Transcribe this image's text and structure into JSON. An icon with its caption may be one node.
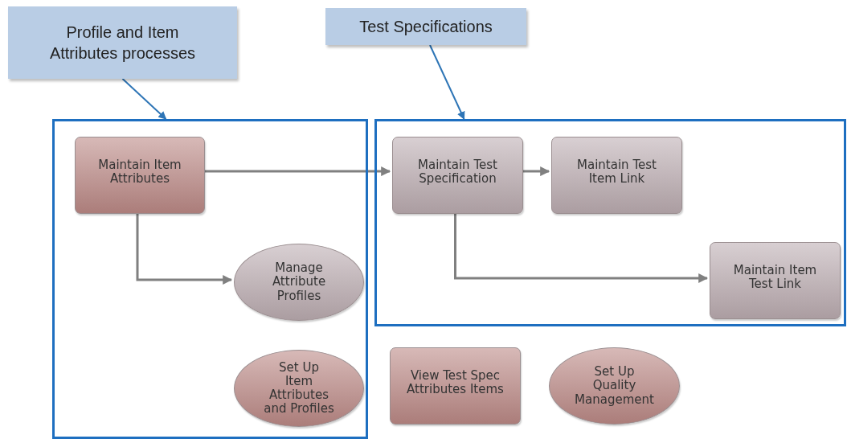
{
  "diagram": {
    "nodes": [
      {
        "text": [
          "Profile and Item Attributes processes"
        ]
      },
      {
        "text": [
          "Test Specifications"
        ]
      },
      {
        "text": [],
        "shape": "box"
      },
      {
        "text": [],
        "shape": "box"
      },
      {
        "text": [
          "Maintain Item Attributes"
        ],
        "in": 2
      },
      {
        "text": [
          "Manage Attribute Profiles"
        ],
        "in": 2
      },
      {
        "text": [
          "Set Up Item Attributes and Profiles"
        ],
        "in": 2
      },
      {
        "text": [
          "Maintain Test Specification"
        ],
        "in": 3
      },
      {
        "text": [
          "Maintain Test Item Link"
        ],
        "in": 3
      },
      {
        "text": [
          "Maintain Item Test Link"
        ],
        "in": 3
      },
      {
        "text": [
          "View Test Spec Attributes Items"
        ]
      },
      {
        "text": [
          "Set Up Quality Management"
        ]
      }
    ],
    "edges": [
      {
        "from": 0,
        "to": 2,
        "arrow": "to",
        "color": "#2e75b6"
      },
      {
        "from": 1,
        "to": 3,
        "arrow": "to",
        "color": "#2e75b6"
      },
      {
        "from": 4,
        "to": 7,
        "arrow": "to"
      },
      {
        "from": 4,
        "to": 5,
        "arrow": "to"
      },
      {
        "from": 7,
        "to": 8,
        "arrow": "to"
      },
      {
        "from": 7,
        "to": 9,
        "arrow": "to"
      }
    ]
  }
}
